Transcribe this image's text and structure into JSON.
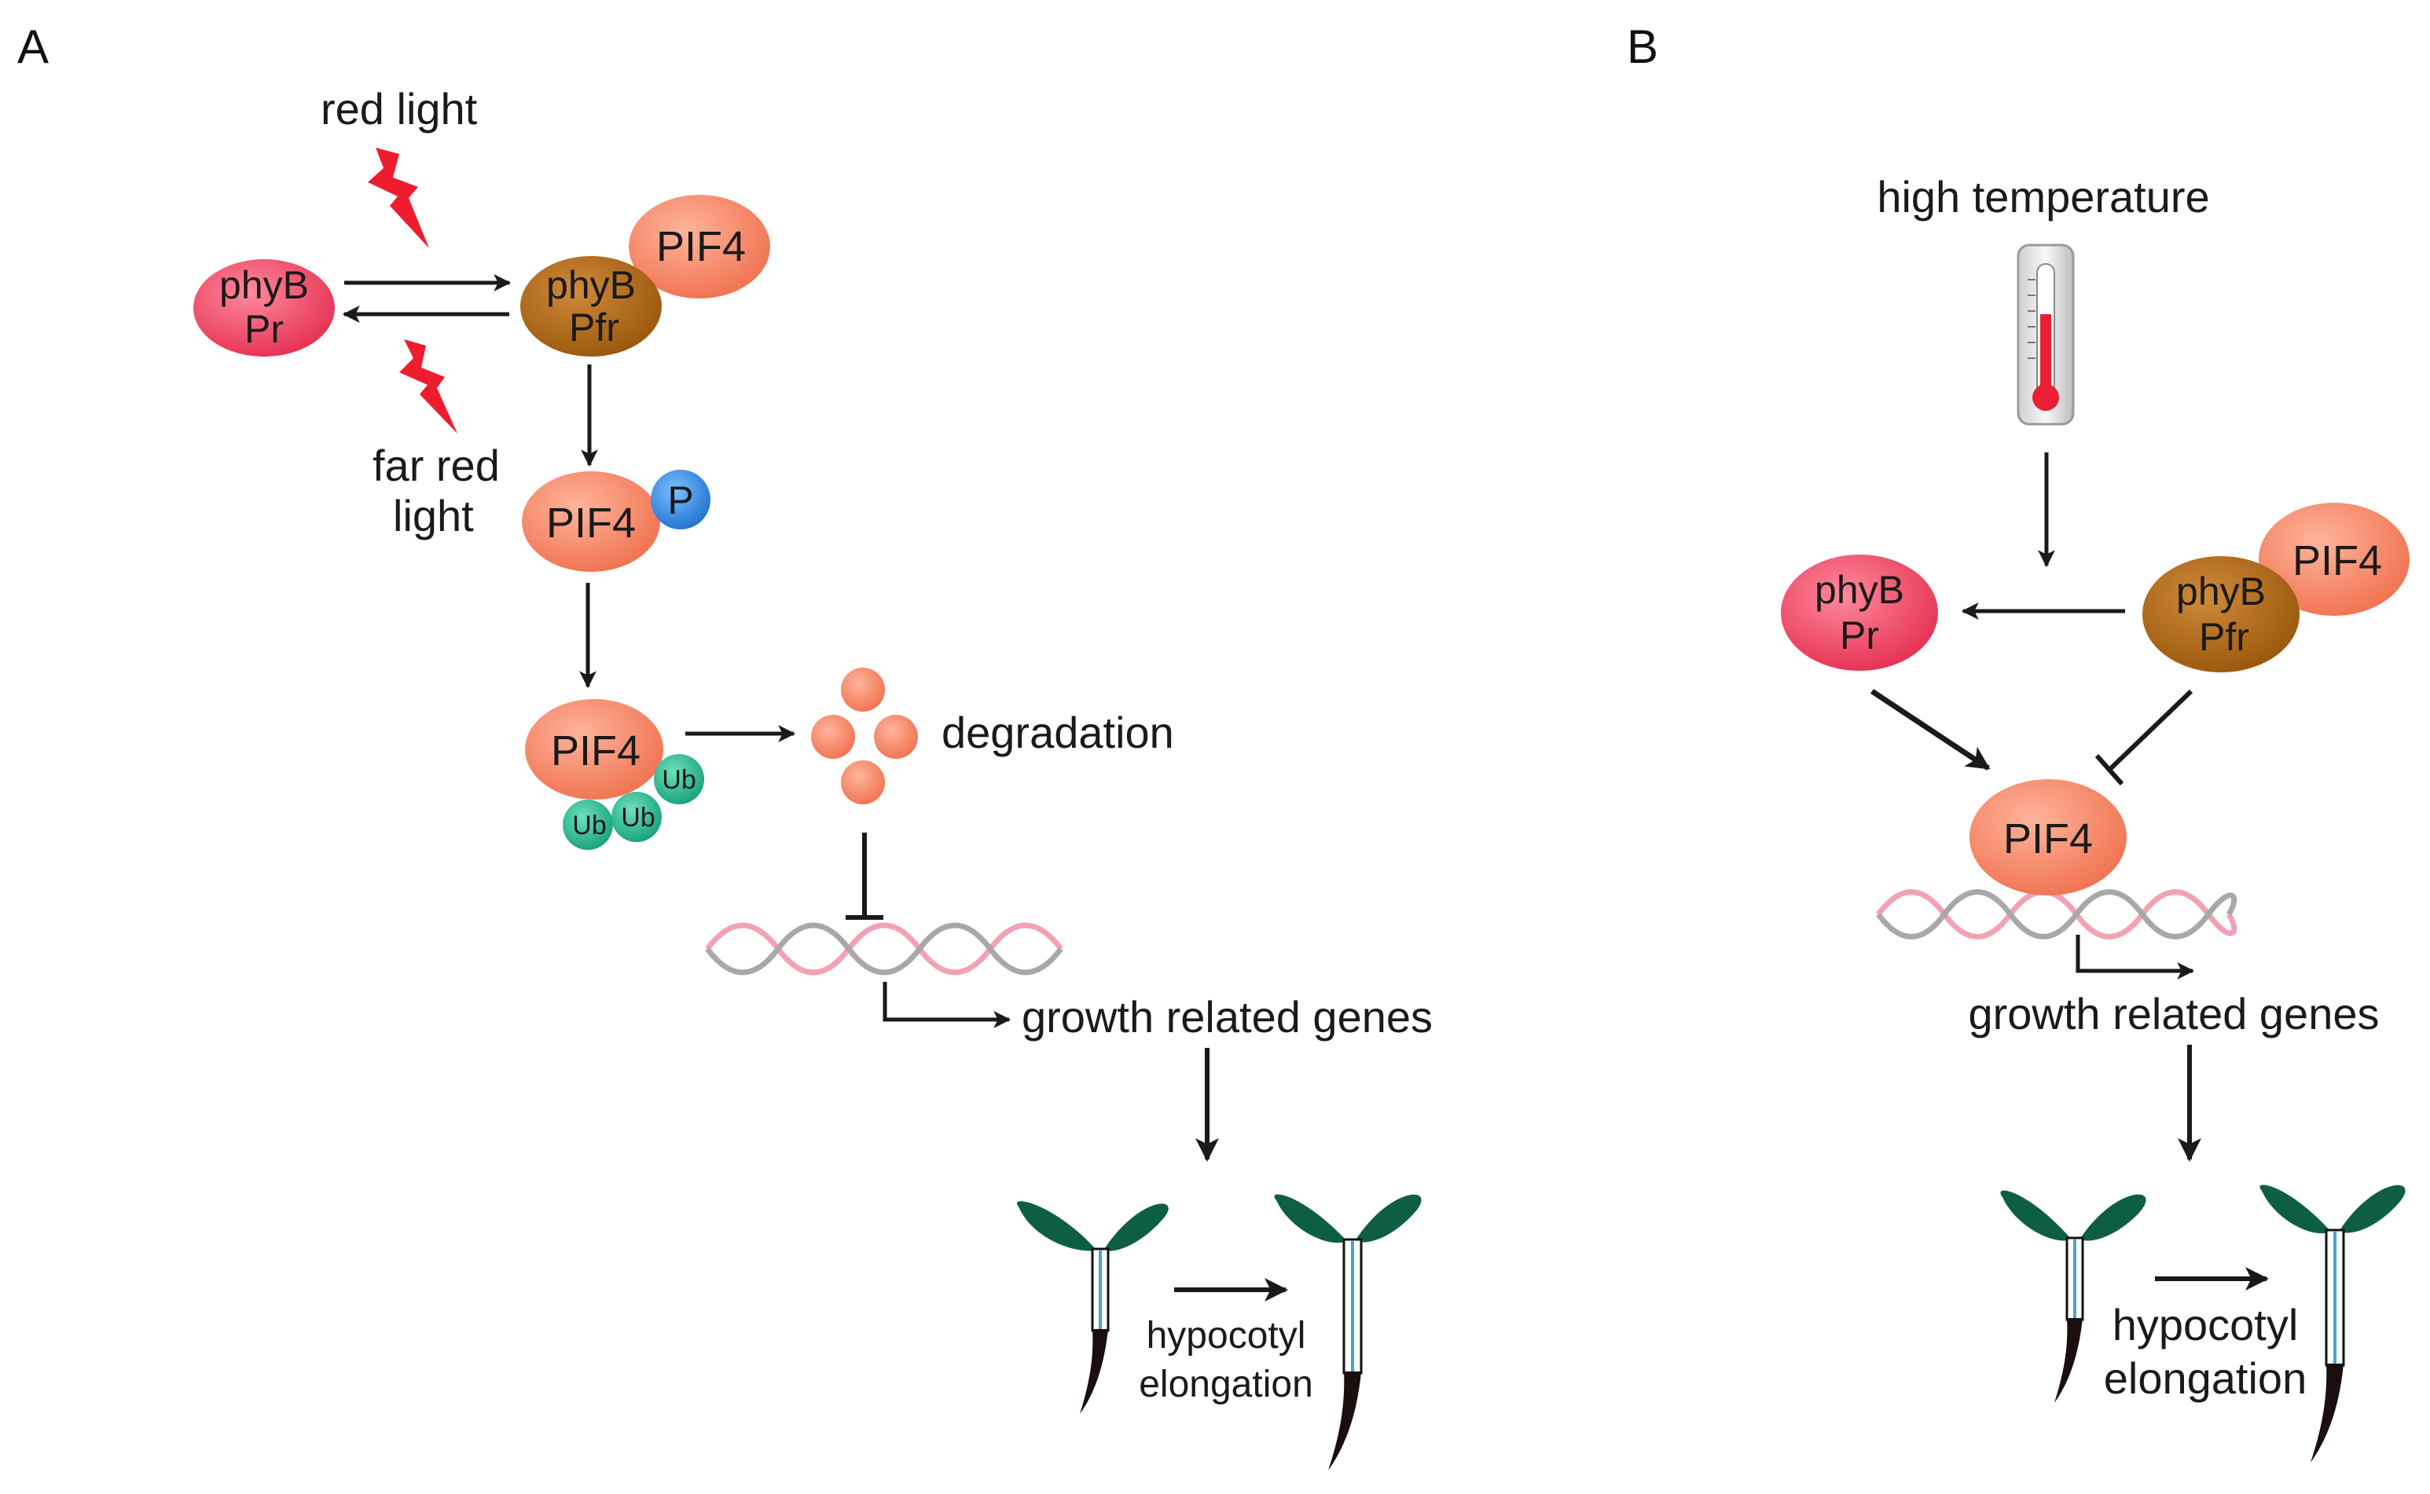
{
  "panels": {
    "a": {
      "letter": "A",
      "red_light": "red light",
      "far_red_line1": "far red",
      "far_red_line2": "light",
      "phyb_pr_line1": "phyB",
      "phyb_pr_line2": "Pr",
      "phyb_pfr_line1": "phyB",
      "phyb_pfr_line2": "Pfr",
      "pif4": "PIF4",
      "phospho": "P",
      "ub": "Ub",
      "degradation": "degradation",
      "growth_genes": "growth related genes",
      "hypocotyl_line1": "hypocotyl",
      "hypocotyl_line2": "elongation"
    },
    "b": {
      "letter": "B",
      "high_temperature": "high temperature",
      "phyb_pr_line1": "phyB",
      "phyb_pr_line2": "Pr",
      "phyb_pfr_line1": "phyB",
      "phyb_pfr_line2": "Pfr",
      "pif4": "PIF4",
      "growth_genes": "growth related genes",
      "hypocotyl_line1": "hypocotyl",
      "hypocotyl_line2": "elongation"
    }
  },
  "colors": {
    "phyb_pr": "#f0405e",
    "phyb_pfr": "#a8620e",
    "pif4": "#f47f62",
    "phosphate": "#2b82d9",
    "ubiquitin": "#22b38a",
    "lightning": "#ee1c2e",
    "leaf": "#0e5e44",
    "dna_pink": "#f2a2b2",
    "dna_grey": "#a8a8a8",
    "thermometer_red": "#e81f35"
  },
  "icons": [
    "lightning-bolt-icon",
    "thermometer-icon",
    "seedling-icon",
    "dna-helix-icon"
  ]
}
